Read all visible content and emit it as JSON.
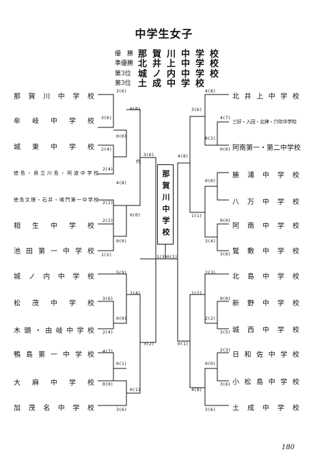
{
  "header": {
    "title": "中学生女子",
    "results": [
      {
        "label": "優　勝",
        "team": "那賀川中学校"
      },
      {
        "label": "準優勝",
        "team": "北井上中学校"
      },
      {
        "label": "第3位",
        "team": "城ノ内中学校"
      },
      {
        "label": "第3位",
        "team": "土成中学校"
      }
    ]
  },
  "champion": "那賀川中学校",
  "note": "代",
  "page_number": "180",
  "left_teams": [
    "那賀川中学校",
    "牟岐中学校",
    "城東中学校",
    "徳島・県立川島・阿波中学校",
    "徳島文理・石井・鳴門第一中学校",
    "相生中学校",
    "池田第一中学校",
    "城ノ内中学校",
    "松茂中学校",
    "木頭・由岐中学校",
    "鴨島第一中学校",
    "大麻中学校",
    "加茂名中学校"
  ],
  "right_teams": [
    "北井上中学校",
    "三好・入田・北神・穴吹中学校",
    "阿南第一・第二中学校",
    "勝浦中学校",
    "八万中学校",
    "阿南中学校",
    "鷲敷中学校",
    "北島中学校",
    "新野中学校",
    "城西中学校",
    "日和佐中学校",
    "小松島中学校",
    "土成中学校"
  ],
  "scores": {
    "left": [
      "3(6)",
      "0(0)",
      "3(6)",
      "0(0)",
      "2(4)",
      "2(4)",
      "4(8)",
      "2(2)",
      "0(0)",
      "2(2)",
      "0(0)",
      "1(2)",
      "3(6)",
      "5(9)",
      "2(4)",
      "3(6)",
      "0(0)",
      "2(4)",
      "3(2)",
      "4(7)",
      "0(1)",
      "0(0)",
      "0(1)",
      "3(6)"
    ],
    "right": [
      "4(8)",
      "3(6)",
      "4(7)",
      "0(2)",
      "0(0)",
      "4(8)",
      "0(0)",
      "1(1)",
      "0(0)",
      "3(4)",
      "3(6)",
      "2(3)",
      "1(2)",
      "0(0)",
      "2(2)",
      "3(5)",
      "0(1)",
      "2(3)",
      "0(0)",
      "3(6)",
      "4(8)",
      "3(6)"
    ],
    "final": [
      "1(3)",
      "0(2)"
    ]
  }
}
